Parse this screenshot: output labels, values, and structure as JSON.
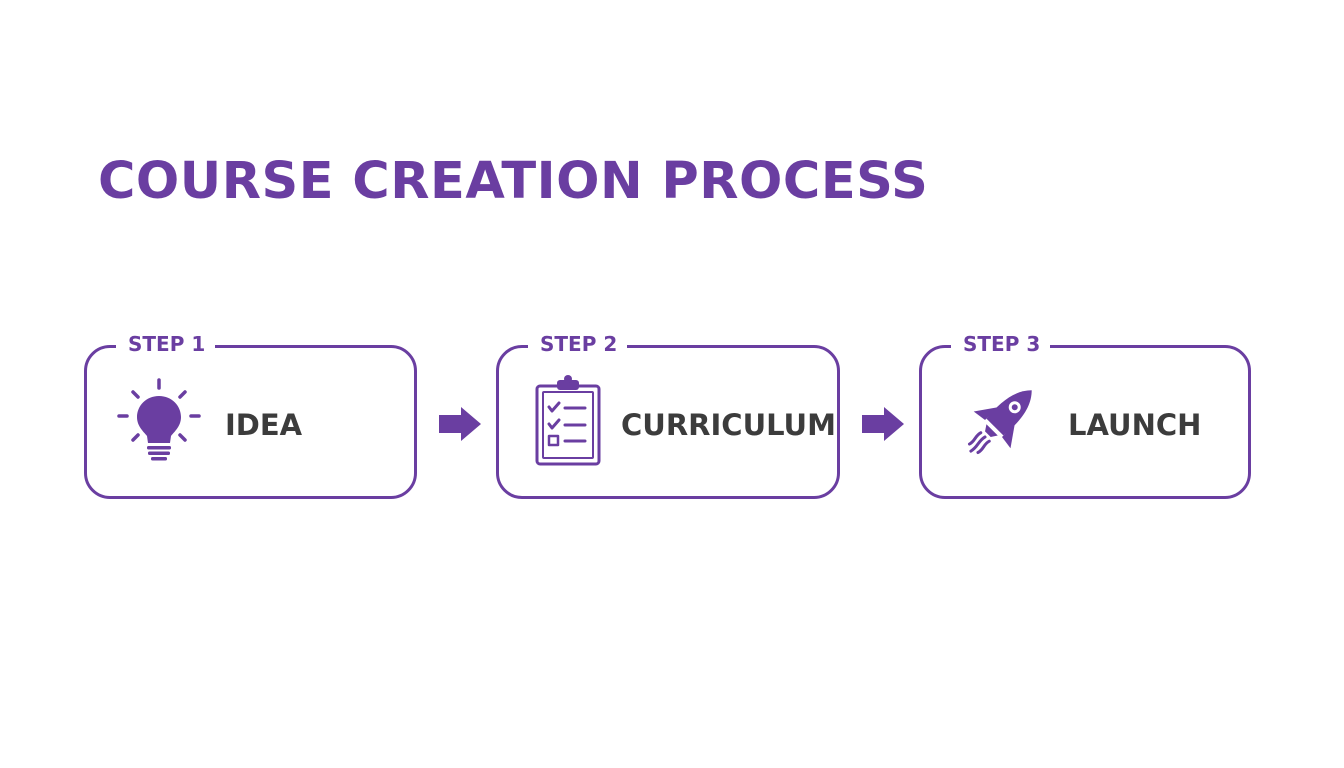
{
  "title": "COURSE CREATION PROCESS",
  "colors": {
    "accent": "#6a3ea1",
    "text": "#3c3c3c",
    "background": "#ffffff"
  },
  "steps": [
    {
      "tag": "STEP 1",
      "label": "IDEA",
      "icon": "lightbulb-icon"
    },
    {
      "tag": "STEP 2",
      "label": "CURRICULUM",
      "icon": "clipboard-checklist-icon"
    },
    {
      "tag": "STEP 3",
      "label": "LAUNCH",
      "icon": "rocket-icon"
    }
  ],
  "connectors": [
    {
      "from": "STEP 1",
      "to": "STEP 2",
      "icon": "arrow-right-icon"
    },
    {
      "from": "STEP 2",
      "to": "STEP 3",
      "icon": "arrow-right-icon"
    }
  ]
}
